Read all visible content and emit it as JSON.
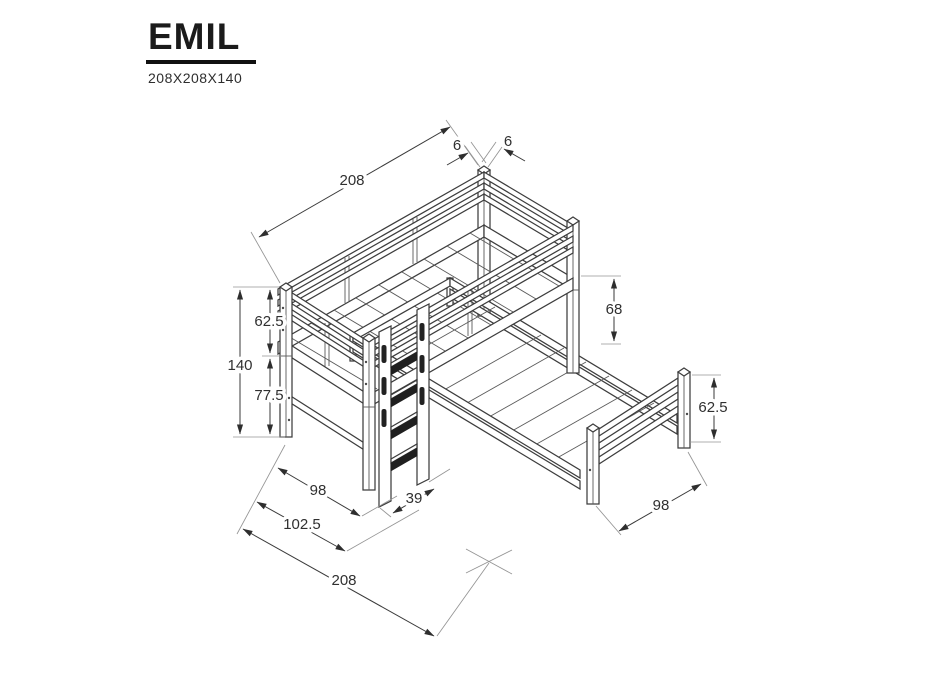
{
  "header": {
    "title": "EMIL",
    "subtitle": "208X208X140"
  },
  "drawing": {
    "type": "isometric-furniture-dimension-diagram",
    "subject": "loft-bed-with-perpendicular-lower-bed-and-ladder",
    "labels": {
      "length_top": "208",
      "post_width": "6",
      "post_depth": "6",
      "height_total": "140",
      "height_upper_section": "62.5",
      "height_lower_section": "77.5",
      "clearance_under_bed": "68",
      "lower_bed_height": "62.5",
      "width_left": "98",
      "width_left_outer": "102.5",
      "ladder_width": "39",
      "lower_bed_width": "98",
      "depth_total": "208"
    },
    "colors": {
      "line": "#3d3d3d",
      "dark_fill": "#1f1f1f",
      "extension_line": "#949494",
      "text": "#303030",
      "background": "#ffffff"
    }
  }
}
